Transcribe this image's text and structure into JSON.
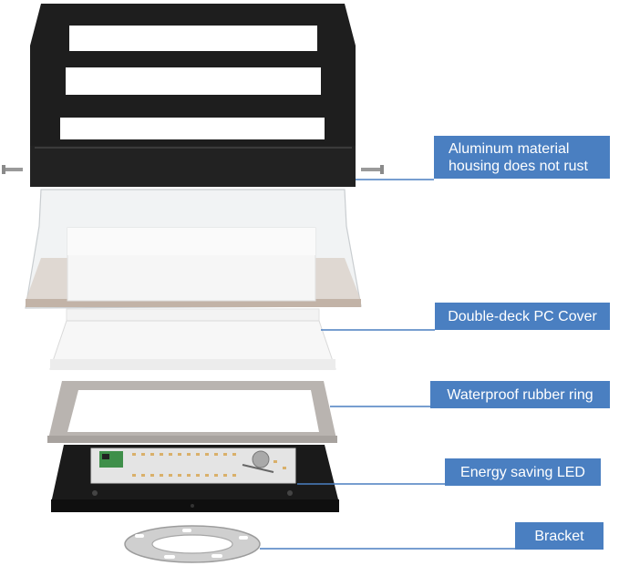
{
  "callouts": {
    "housing": {
      "line1": "Aluminum material",
      "line2": "housing does not rust"
    },
    "cover": "Double-deck PC Cover",
    "ring": "Waterproof rubber ring",
    "led": "Energy saving LED",
    "bracket": "Bracket"
  },
  "colors": {
    "callout_bg": "#4a7fc1",
    "housing": "#1e1e1e",
    "leader_line": "#4a7fc1"
  },
  "parts": [
    "aluminum-housing",
    "pc-cover",
    "diffuser-block",
    "waterproof-rubber-ring",
    "led-board",
    "mounting-bracket"
  ]
}
